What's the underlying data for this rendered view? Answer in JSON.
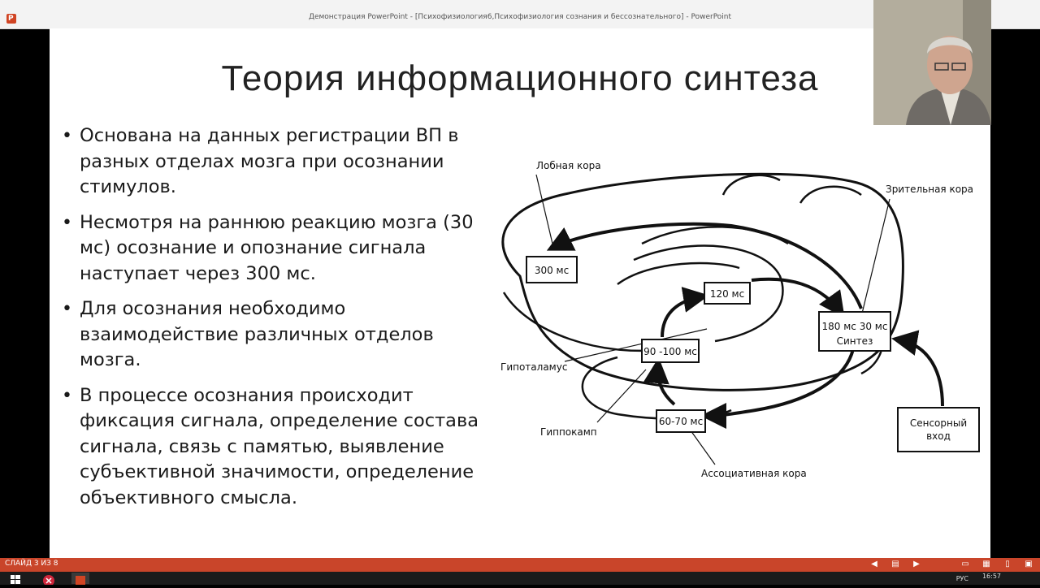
{
  "window": {
    "title": "Демонстрация PowerPoint - [Психофизиология6,Психофизиология сознания и бессознательного] - PowerPoint",
    "app_icon_letter": "P"
  },
  "slide": {
    "title": "Теория информационного синтеза",
    "bullets": [
      "Основана на данных регистрации ВП в разных отделах мозга при осознании стимулов.",
      "Несмотря на раннюю реакцию мозга (30 мс) осознание и опознание сигнала наступает через 300 мс.",
      "Для осознания необходимо взаимодействие различных отделов мозга.",
      "В процессе осознания происходит фиксация сигнала, определение состава сигнала, связь с памятью, выявление субъективной значимости, определение объективного смысла."
    ],
    "diagram": {
      "labels": {
        "frontal": "Лобная кора",
        "visual": "Зрительная кора",
        "hypothalamus": "Гипоталамус",
        "hippocampus": "Гиппокамп",
        "associative": "Ассоциативная кора"
      },
      "boxes": {
        "b300": "300 мс",
        "b120": "120 мс",
        "b90": "90 -100 мс",
        "b180_line1": "180 мс 30 мс",
        "b180_line2": "Синтез",
        "b6070": "60-70 мс",
        "sensory_line1": "Сенсорный",
        "sensory_line2": "вход"
      }
    }
  },
  "statusbar": {
    "slide_counter": "СЛАЙД 3 ИЗ 8"
  },
  "taskbar": {
    "language": "РУС",
    "time": "16:57"
  },
  "colors": {
    "accent": "#c9452a",
    "slide_bg": "#ffffff"
  }
}
